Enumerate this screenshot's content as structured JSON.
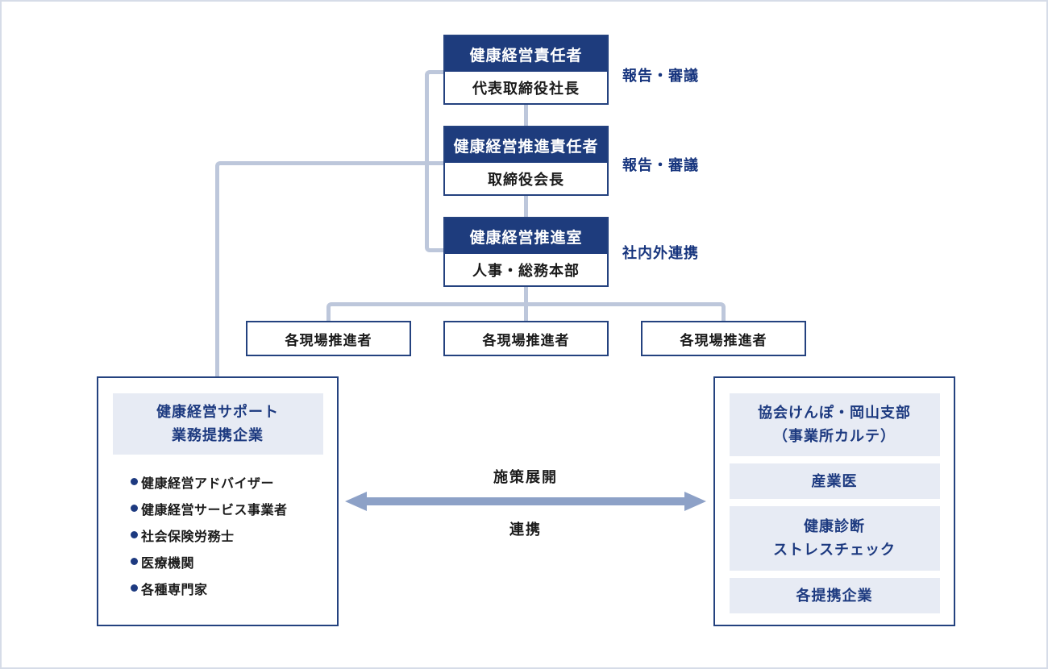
{
  "colors": {
    "header_navy": "#1e3c7d",
    "navy_text": "#1d3a80",
    "box_border_navy": "#24427f",
    "band_background": "#e7ebf4",
    "connector_line": "#bdc7db",
    "arrow": "#8da1c7",
    "canvas_border": "#d6dce8",
    "body_text": "#1a1a1a"
  },
  "org_chain": [
    {
      "title": "健康経営責任者",
      "person": "代表取締役社長",
      "note": "報告・審議"
    },
    {
      "title": "健康経営推進責任者",
      "person": "取締役会長",
      "note": "報告・審議"
    },
    {
      "title": "健康経営推進室",
      "person": "人事・総務本部",
      "note": "社内外連携"
    }
  ],
  "site_promoters": [
    "各現場推進者",
    "各現場推進者",
    "各現場推進者"
  ],
  "left_panel": {
    "title_line1": "健康経営サポート",
    "title_line2": "業務提携企業",
    "items": [
      "健康経営アドバイザー",
      "健康経営サービス事業者",
      "社会保険労務士",
      "医療機関",
      "各種専門家"
    ]
  },
  "right_panel": {
    "bands": [
      {
        "line1": "協会けんぽ・岡山支部",
        "line2": "（事業所カルテ）"
      },
      {
        "line1": "産業医"
      },
      {
        "line1": "健康診断",
        "line2": "ストレスチェック"
      },
      {
        "line1": "各提携企業"
      }
    ]
  },
  "arrow": {
    "top_label": "施策展開",
    "bottom_label": "連携"
  }
}
